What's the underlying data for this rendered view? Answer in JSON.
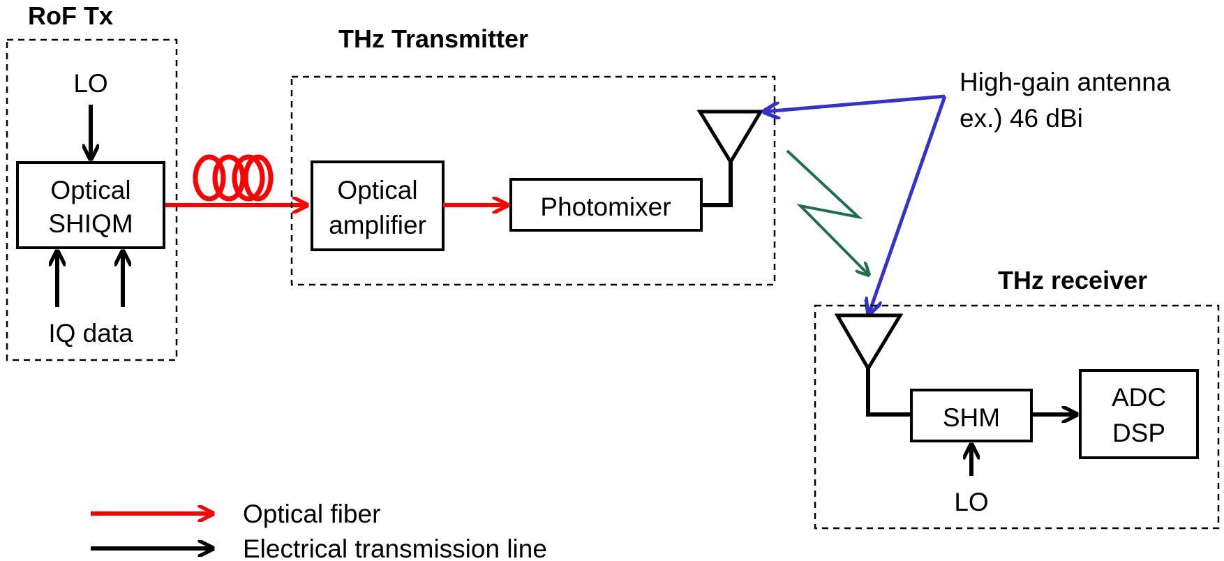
{
  "groups": {
    "rof_tx": "RoF Tx",
    "thz_transmitter": "THz Transmitter",
    "thz_receiver": "THz receiver"
  },
  "blocks": {
    "optical_shiqm": [
      "Optical",
      "SHIQM"
    ],
    "optical_amplifier": [
      "Optical",
      "amplifier"
    ],
    "photomixer": "Photomixer",
    "shm": "SHM",
    "adc_dsp": [
      "ADC",
      "DSP"
    ]
  },
  "signals": {
    "lo_tx": "LO",
    "iq_data": "IQ data",
    "lo_rx": "LO"
  },
  "antenna_note": [
    "High-gain antenna",
    "ex.) 46 dBi"
  ],
  "legend": {
    "optical_fiber": "Optical fiber",
    "electrical_line": "Electrical transmission line"
  },
  "colors": {
    "optical": "#ff0000",
    "electrical": "#000000",
    "antenna_pointer": "#3333cc",
    "wireless_link": "#1e6e50"
  }
}
